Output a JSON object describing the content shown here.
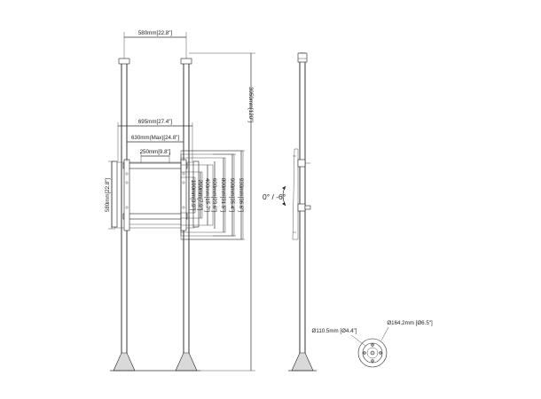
{
  "dimensions": {
    "pole_spacing": "580mm[22.8\"]",
    "width_695": "695mm[27.4\"]",
    "width_630": "630mm(Max)[24.8\"]",
    "width_250": "250mm[9.8\"]",
    "height_580": "580mm[22.8\"]",
    "total_height": "3050mm[120\"]",
    "vert_1": "100mm[3.9\"]",
    "vert_2": "200mm[7.9\"]",
    "vert_3": "400mm[15.7\"]",
    "vert_4": "600mm[23.6\"]",
    "vert_5": "800mm[31.5\"]",
    "vert_6": "900mm[35.4\"]",
    "vert_7": "930mm[36.6\"]"
  },
  "tilt_label": "0° / -6°",
  "base": {
    "inner_diameter": "Ø110.5mm [Ø4.4\"]",
    "outer_diameter": "Ø164.2mm [Ø6.5\"]"
  }
}
